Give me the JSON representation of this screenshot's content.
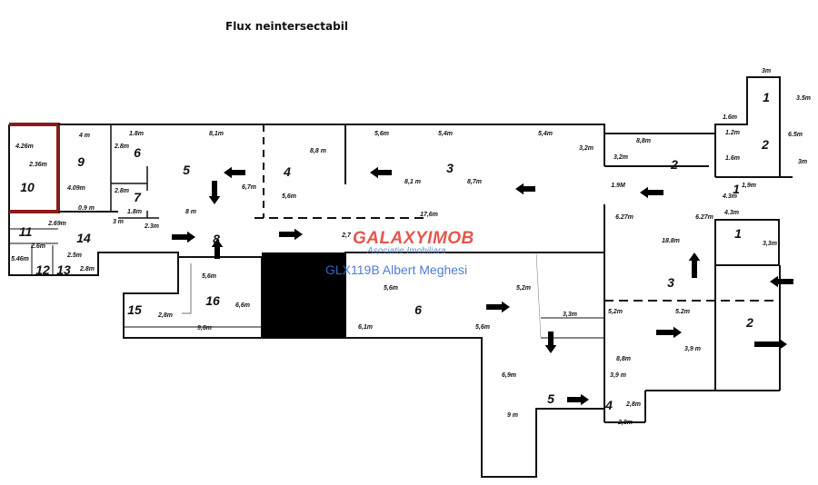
{
  "title": "Flux neintersectabil",
  "watermark": {
    "logo": "GALAXYIMOB",
    "subtitle": "Asociatie Imobiliara",
    "id": "GLX119B Albert Meghesi"
  },
  "room_numbers": [
    "10",
    "9",
    "6",
    "7",
    "5",
    "4",
    "3",
    "2",
    "1",
    "11",
    "14",
    "8",
    "12",
    "13",
    "15",
    "16",
    "6",
    "1",
    "3",
    "2",
    "5",
    "4",
    "2",
    "1"
  ],
  "dimensions": [
    "3m",
    "3.5m",
    "6.5m",
    "1.6m",
    "3m",
    "1.2m",
    "1.6m",
    "4.3m",
    "1,9m",
    "4.26m",
    "2.36m",
    "4 m",
    "2.8m",
    "1.8m",
    "8,1m",
    "8,8 m",
    "5,6m",
    "5,4m",
    "5,4m",
    "3,2m",
    "8,8m",
    "3,2m",
    "6,7m",
    "5,6m",
    "8,1 m",
    "8,7m",
    "4.09m",
    "2.8m",
    "0.9 m",
    "1.8m",
    "8 m",
    "17,6m",
    "1.9M",
    "6.27m",
    "4.3m",
    "2.69m",
    "3 m",
    "2.3m",
    "2,7",
    "6.27m",
    "3,3m",
    "2.6m",
    "2.5m",
    "2.8m",
    "5.46m",
    "18.8m",
    "5,6m",
    "5,6m",
    "5,2m",
    "6,6m",
    "2,8m",
    "9,6m",
    "6,1m",
    "5,6m",
    "3,3m",
    "5,2m",
    "5.2m",
    "6,9m",
    "8,8m",
    "3,9 m",
    "3,9 m",
    "9 m",
    "2,8m",
    "2,8m"
  ]
}
